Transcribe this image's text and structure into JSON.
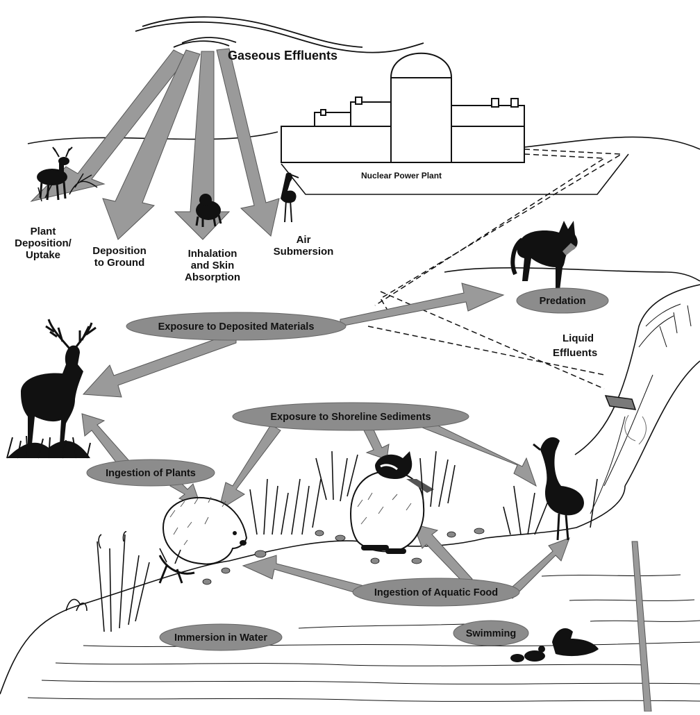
{
  "diagram": {
    "sources": {
      "gaseous": "Gaseous Effluents",
      "plant": "Nuclear Power Plant",
      "liquid": [
        "Liquid",
        "Effluents"
      ]
    },
    "air_pathways": {
      "plant_uptake": [
        "Plant",
        "Deposition/",
        "Uptake"
      ],
      "ground": [
        "Deposition",
        "to Ground"
      ],
      "inhalation": [
        "Inhalation",
        "and Skin",
        "Absorption"
      ],
      "air_submersion": [
        "Air",
        "Submersion"
      ]
    },
    "exposure_routes": {
      "deposited": "Exposure to Deposited Materials",
      "predation": "Predation",
      "shoreline": "Exposure to Shoreline Sediments",
      "plants": "Ingestion of Plants",
      "aquatic_food": "Ingestion of Aquatic Food",
      "immersion": "Immersion in Water",
      "swimming": "Swimming"
    },
    "colors": {
      "arrow": "#9a9a9a",
      "arrow_stroke": "#555555",
      "oval": "#8c8c8c",
      "ink": "#111111",
      "background": "#ffffff"
    }
  }
}
